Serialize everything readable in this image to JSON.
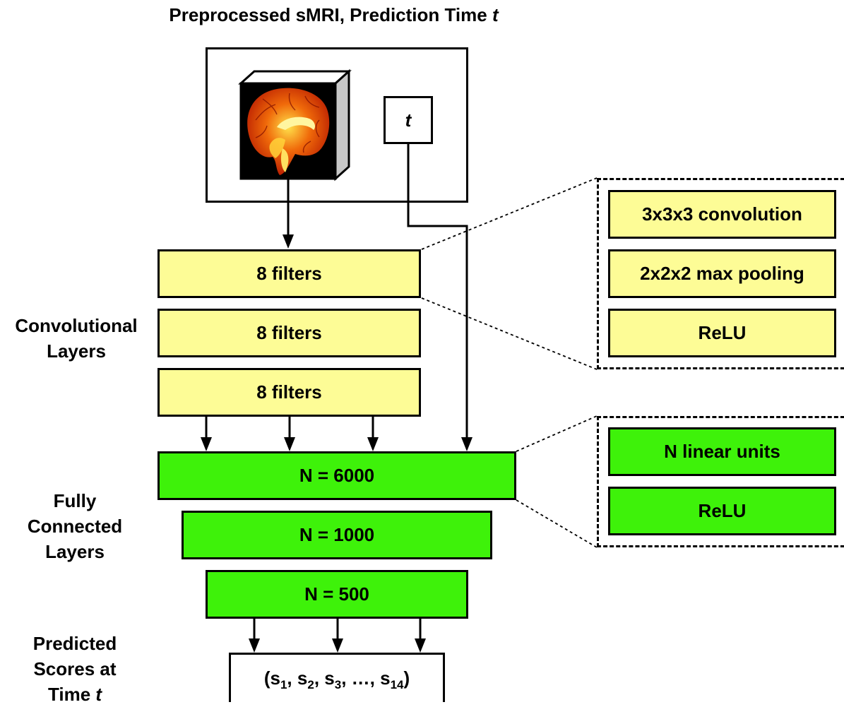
{
  "header": {
    "title_prefix": "Preprocessed sMRI, Prediction Time ",
    "title_var": "t"
  },
  "input": {
    "time_label": "t"
  },
  "sections": {
    "conv_line1": "Convolutional",
    "conv_line2": "Layers",
    "fc_line1": "Fully",
    "fc_line2": "Connected",
    "fc_line3": "Layers",
    "pred_line1": "Predicted",
    "pred_line2": "Scores at",
    "pred_line3_prefix": "Time ",
    "pred_line3_var": "t"
  },
  "conv_layers": [
    "8 filters",
    "8 filters",
    "8 filters"
  ],
  "fc_layers": [
    "N = 6000",
    "N = 1000",
    "N = 500"
  ],
  "conv_detail": [
    "3x3x3 convolution",
    "2x2x2 max pooling",
    "ReLU"
  ],
  "fc_detail": [
    "N linear units",
    "ReLU"
  ],
  "output": {
    "open": "(s",
    "sub1": "1",
    "sep1": ", s",
    "sub2": "2",
    "sep2": ", s",
    "sub3": "3",
    "sep3": ", …, s",
    "sub4": "14",
    "close": ")"
  },
  "colors": {
    "conv": "#fdfc96",
    "fc": "#3ef20a",
    "mri_background": "#000000"
  }
}
